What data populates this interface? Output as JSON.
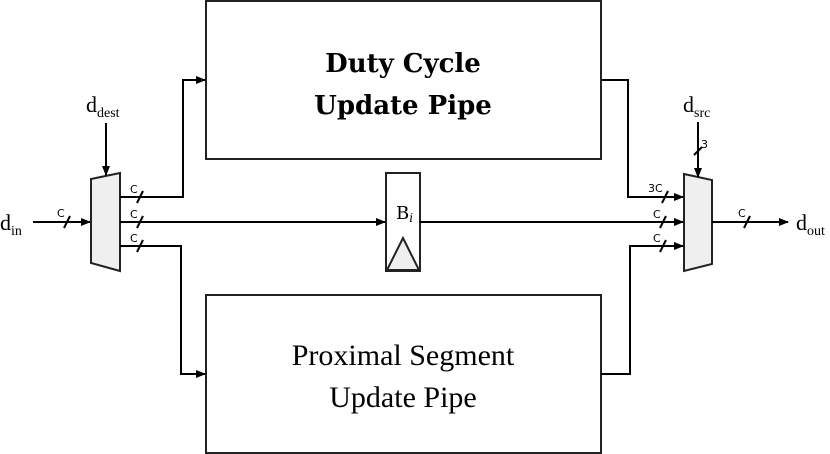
{
  "blocks": {
    "duty_cycle": {
      "line1": "Duty Cycle",
      "line2": "Update Pipe"
    },
    "proximal": {
      "line1": "Proximal Segment",
      "line2": "Update Pipe"
    },
    "register": {
      "base": "B",
      "sub": "i"
    }
  },
  "signals": {
    "d_in": {
      "base": "d",
      "sub": "in"
    },
    "d_dest": {
      "base": "d",
      "sub": "dest"
    },
    "d_src": {
      "base": "d",
      "sub": "src"
    },
    "d_out": {
      "base": "d",
      "sub": "out"
    }
  },
  "bus_widths": {
    "input": "C",
    "demux_out_top": "C",
    "demux_out_mid": "C",
    "demux_out_bot": "C",
    "mux_in_top": "3C",
    "mux_in_mid": "C",
    "mux_in_bot": "C",
    "select_src": "3",
    "output": "C"
  }
}
